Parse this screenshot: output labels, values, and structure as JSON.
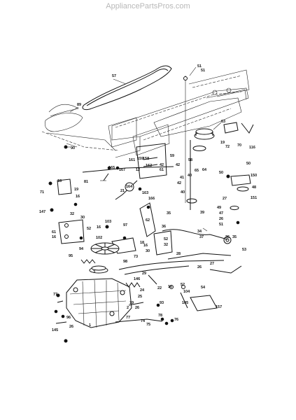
{
  "header": {
    "site": "AppliancePartsPros.com"
  },
  "part_numbers": [
    {
      "id": "c57",
      "label": "57"
    },
    {
      "id": "c51a",
      "label": "51"
    },
    {
      "id": "c51b",
      "label": "51"
    },
    {
      "id": "c89",
      "label": "89"
    },
    {
      "id": "c90",
      "label": "90"
    },
    {
      "id": "c63",
      "label": "63"
    },
    {
      "id": "c19a",
      "label": "19"
    },
    {
      "id": "c72",
      "label": "72"
    },
    {
      "id": "c70",
      "label": "70"
    },
    {
      "id": "c116",
      "label": "116"
    },
    {
      "id": "c59",
      "label": "59"
    },
    {
      "id": "c42a",
      "label": "42"
    },
    {
      "id": "c61a",
      "label": "61"
    },
    {
      "id": "c58",
      "label": "58"
    },
    {
      "id": "c42b",
      "label": "42"
    },
    {
      "id": "c65",
      "label": "65"
    },
    {
      "id": "c64",
      "label": "64"
    },
    {
      "id": "c40a",
      "label": "40"
    },
    {
      "id": "c50a",
      "label": "50"
    },
    {
      "id": "c50b",
      "label": "50"
    },
    {
      "id": "c150",
      "label": "150"
    },
    {
      "id": "c48",
      "label": "48"
    },
    {
      "id": "c165",
      "label": "165"
    },
    {
      "id": "c161",
      "label": "161"
    },
    {
      "id": "c159",
      "label": "159"
    },
    {
      "id": "c158",
      "label": "158"
    },
    {
      "id": "c167",
      "label": "167"
    },
    {
      "id": "c162",
      "label": "162"
    },
    {
      "id": "c12",
      "label": "12"
    },
    {
      "id": "c18a",
      "label": "18"
    },
    {
      "id": "c19b",
      "label": "19"
    },
    {
      "id": "c16a",
      "label": "16"
    },
    {
      "id": "c71",
      "label": "71"
    },
    {
      "id": "c81",
      "label": "81"
    },
    {
      "id": "c164",
      "label": "164"
    },
    {
      "id": "c21",
      "label": "21"
    },
    {
      "id": "c163",
      "label": "163"
    },
    {
      "id": "c166",
      "label": "166"
    },
    {
      "id": "c41",
      "label": "41"
    },
    {
      "id": "c40b",
      "label": "40"
    },
    {
      "id": "c42c",
      "label": "42"
    },
    {
      "id": "c39",
      "label": "39"
    },
    {
      "id": "c27a",
      "label": "27"
    },
    {
      "id": "c151",
      "label": "151"
    },
    {
      "id": "c49",
      "label": "49"
    },
    {
      "id": "c47",
      "label": "47"
    },
    {
      "id": "c26a",
      "label": "26"
    },
    {
      "id": "c51c",
      "label": "51"
    },
    {
      "id": "c147",
      "label": "147"
    },
    {
      "id": "c32a",
      "label": "32"
    },
    {
      "id": "c30a",
      "label": "30"
    },
    {
      "id": "c52a",
      "label": "52"
    },
    {
      "id": "c61b",
      "label": "61"
    },
    {
      "id": "c16b",
      "label": "16"
    },
    {
      "id": "c16c",
      "label": "16"
    },
    {
      "id": "c103",
      "label": "103"
    },
    {
      "id": "c102",
      "label": "102"
    },
    {
      "id": "c97",
      "label": "97"
    },
    {
      "id": "c62",
      "label": "62"
    },
    {
      "id": "c35",
      "label": "35"
    },
    {
      "id": "c36a",
      "label": "36"
    },
    {
      "id": "c34",
      "label": "34"
    },
    {
      "id": "c37",
      "label": "37"
    },
    {
      "id": "c18b",
      "label": "18"
    },
    {
      "id": "c52b",
      "label": "52"
    },
    {
      "id": "c32b",
      "label": "32"
    },
    {
      "id": "c94",
      "label": "94"
    },
    {
      "id": "c98",
      "label": "98"
    },
    {
      "id": "c73",
      "label": "73"
    },
    {
      "id": "c36b",
      "label": "36"
    },
    {
      "id": "c35b",
      "label": "35"
    },
    {
      "id": "c53",
      "label": "53"
    },
    {
      "id": "c95",
      "label": "95"
    },
    {
      "id": "c3",
      "label": "3"
    },
    {
      "id": "c30b",
      "label": "30"
    },
    {
      "id": "c16d",
      "label": "16"
    },
    {
      "id": "c28",
      "label": "28"
    },
    {
      "id": "c26b",
      "label": "26"
    },
    {
      "id": "c27b",
      "label": "27"
    },
    {
      "id": "c29",
      "label": "29"
    },
    {
      "id": "c146",
      "label": "146"
    },
    {
      "id": "c22",
      "label": "22"
    },
    {
      "id": "c25",
      "label": "25"
    },
    {
      "id": "c24",
      "label": "24"
    },
    {
      "id": "c52c",
      "label": "52"
    },
    {
      "id": "c104",
      "label": "104"
    },
    {
      "id": "c16e",
      "label": "16"
    },
    {
      "id": "c54",
      "label": "54"
    },
    {
      "id": "c77a",
      "label": "77"
    },
    {
      "id": "c19c",
      "label": "19"
    },
    {
      "id": "c26c",
      "label": "26"
    },
    {
      "id": "c93",
      "label": "93"
    },
    {
      "id": "c2",
      "label": "2"
    },
    {
      "id": "c105",
      "label": "105"
    },
    {
      "id": "c157",
      "label": "157"
    },
    {
      "id": "c145",
      "label": "145"
    },
    {
      "id": "c96",
      "label": "96"
    },
    {
      "id": "c1",
      "label": "1"
    },
    {
      "id": "c77b",
      "label": "77"
    },
    {
      "id": "c74",
      "label": "74"
    },
    {
      "id": "c75",
      "label": "75"
    },
    {
      "id": "c76",
      "label": "76"
    },
    {
      "id": "c78",
      "label": "78"
    },
    {
      "id": "c26d",
      "label": "26"
    }
  ]
}
